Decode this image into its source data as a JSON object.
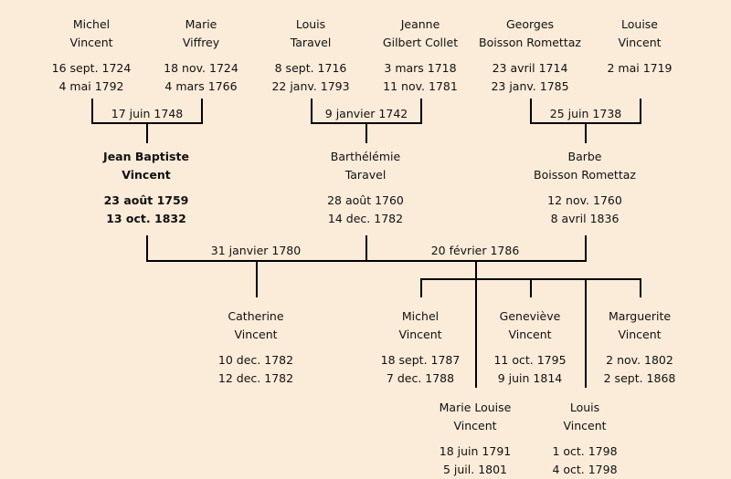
{
  "people": [
    {
      "id": "michel-vincent-sr",
      "first": "Michel",
      "last": "Vincent",
      "birth": "16 sept. 1724",
      "death": "4 mai 1792"
    },
    {
      "id": "marie-viffrey",
      "first": "Marie",
      "last": "Viffrey",
      "birth": "18 nov. 1724",
      "death": "4 mars 1766"
    },
    {
      "id": "louis-taravel",
      "first": "Louis",
      "last": "Taravel",
      "birth": "8 sept. 1716",
      "death": "22 janv. 1793"
    },
    {
      "id": "jeanne-gilbert-collet",
      "first": "Jeanne",
      "last": "Gilbert Collet",
      "birth": "3 mars 1718",
      "death": "11 nov. 1781"
    },
    {
      "id": "georges-boisson-romettaz",
      "first": "Georges",
      "last": "Boisson Romettaz",
      "birth": "23 avril 1714",
      "death": "23 janv. 1785"
    },
    {
      "id": "louise-vincent",
      "first": "Louise",
      "last": "Vincent",
      "birth": "2 mai 1719",
      "death": ""
    },
    {
      "id": "jean-baptiste-vincent",
      "first": "Jean Baptiste",
      "last": "Vincent",
      "birth": "23 août 1759",
      "death": "13 oct. 1832"
    },
    {
      "id": "barthelemie-taravel",
      "first": "Barthélémie",
      "last": "Taravel",
      "birth": "28 août 1760",
      "death": "14 dec. 1782"
    },
    {
      "id": "barbe-boisson-romettaz",
      "first": "Barbe",
      "last": "Boisson Romettaz",
      "birth": "12 nov. 1760",
      "death": "8 avril 1836"
    },
    {
      "id": "catherine-vincent",
      "first": "Catherine",
      "last": "Vincent",
      "birth": "10 dec. 1782",
      "death": "12 dec. 1782"
    },
    {
      "id": "michel-vincent-jr",
      "first": "Michel",
      "last": "Vincent",
      "birth": "18 sept. 1787",
      "death": "7 dec. 1788"
    },
    {
      "id": "genevieve-vincent",
      "first": "Geneviève",
      "last": "Vincent",
      "birth": "11 oct. 1795",
      "death": "9 juin 1814"
    },
    {
      "id": "marguerite-vincent",
      "first": "Marguerite",
      "last": "Vincent",
      "birth": "2 nov. 1802",
      "death": "2 sept. 1868"
    },
    {
      "id": "marie-louise-vincent",
      "first": "Marie Louise",
      "last": "Vincent",
      "birth": "18 juin 1791",
      "death": "5 juil. 1801"
    },
    {
      "id": "louis-vincent",
      "first": "Louis",
      "last": "Vincent",
      "birth": "1 oct. 1798",
      "death": "4 oct. 1798"
    }
  ],
  "marriages": [
    "17 juin 1748",
    "9 janvier 1742",
    "25 juin 1738",
    "31 janvier 1780",
    "20 février 1786"
  ]
}
